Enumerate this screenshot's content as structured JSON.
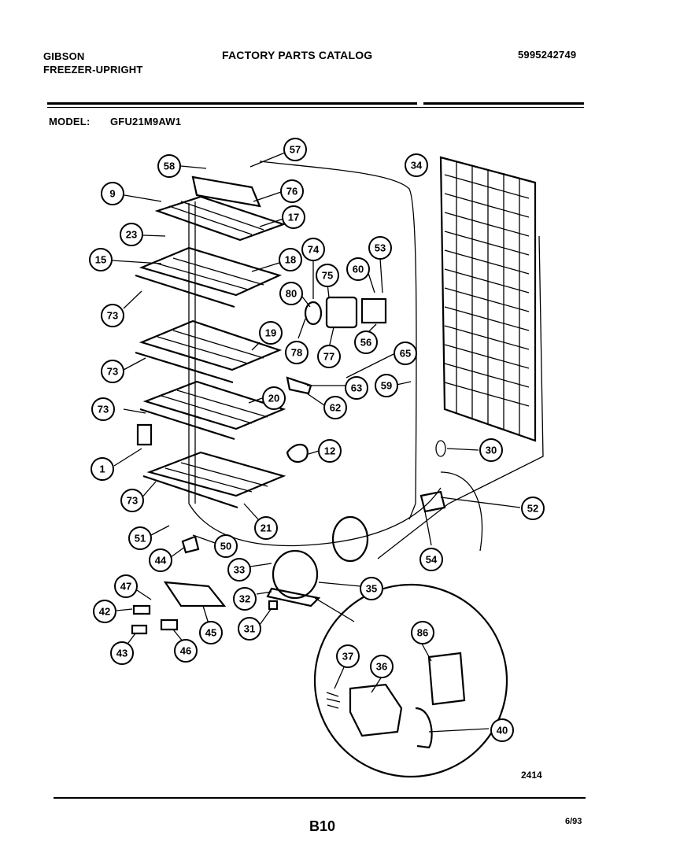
{
  "header": {
    "brand": "GIBSON",
    "product": "FREEZER-UPRIGHT",
    "title": "FACTORY PARTS CATALOG",
    "catalog_number": "5995242749",
    "model_label": "MODEL:",
    "model_value": "GFU21M9AW1"
  },
  "callouts": [
    "58",
    "57",
    "9",
    "76",
    "17",
    "23",
    "15",
    "18",
    "74",
    "75",
    "60",
    "53",
    "34",
    "73",
    "80",
    "78",
    "77",
    "56",
    "65",
    "19",
    "73",
    "63",
    "59",
    "62",
    "20",
    "73",
    "12",
    "30",
    "1",
    "73",
    "21",
    "52",
    "51",
    "50",
    "54",
    "44",
    "33",
    "35",
    "32",
    "47",
    "42",
    "31",
    "45",
    "43",
    "46",
    "37",
    "36",
    "86",
    "40"
  ],
  "footer": {
    "drawing_number": "2414",
    "page": "B10",
    "date": "6/93"
  }
}
